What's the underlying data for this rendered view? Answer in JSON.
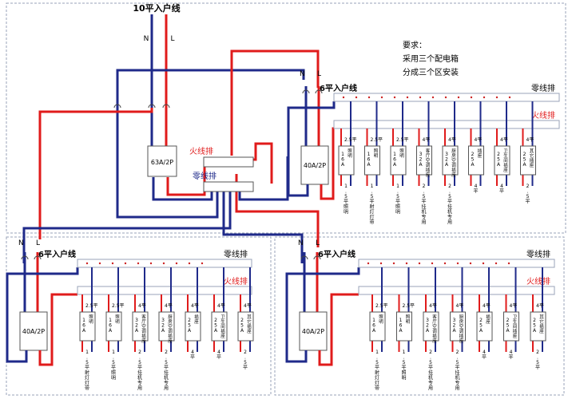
{
  "colors": {
    "live": "#e01b1b",
    "neutral": "#1f2a8a",
    "frame": "#9aa3b8",
    "box": "#555555",
    "dot": "#cc2222",
    "bg": "#ffffff"
  },
  "main": {
    "input_title": "10平入户线",
    "n_label": "N",
    "l_label": "L",
    "main_breaker": "63A/2P",
    "live_bus": "火线排",
    "neutral_bus": "零线排"
  },
  "requirements": {
    "title": "要求：",
    "lines": [
      "采用三个配电箱",
      "分成三个区安装"
    ]
  },
  "panels": [
    {
      "input_title": "6平入户线",
      "n_label": "N",
      "l_label": "L",
      "main_breaker": "40A/2P",
      "neutral_bus": "零线排",
      "live_bus": "火线排",
      "circuits": [
        {
          "wire": "2.5平",
          "rating": "16A",
          "type": "照明",
          "load": "1.5平照明"
        },
        {
          "wire": "2.5平",
          "rating": "16A",
          "type": "照明",
          "load": "1.5平射灯灯带"
        },
        {
          "wire": "2.5平",
          "rating": "16A",
          "type": "照明",
          "load": "1.5平照明"
        },
        {
          "wire": "4平",
          "rating": "32A",
          "type": "客厅空调插座",
          "load": "2.5平挂机专用"
        },
        {
          "wire": "4平",
          "rating": "32A",
          "type": "厨房空调插座",
          "load": "2.5平挂机专用"
        },
        {
          "wire": "4平",
          "rating": "25A",
          "type": "插座",
          "load": "4平"
        },
        {
          "wire": "4平",
          "rating": "25A",
          "type": "卫生间插座",
          "load": "4平"
        },
        {
          "wire": "4平",
          "rating": "25A",
          "type": "其它插座",
          "load": "2.5平"
        }
      ]
    },
    {
      "input_title": "6平入户线",
      "n_label": "N",
      "l_label": "L",
      "main_breaker": "40A/2P",
      "neutral_bus": "零线排",
      "live_bus": "火线排",
      "circuits": [
        {
          "wire": "2.5平",
          "rating": "16A",
          "type": "照明",
          "load": "1.5平射灯灯带"
        },
        {
          "wire": "2.5平",
          "rating": "16A",
          "type": "照明",
          "load": "1.5平照明"
        },
        {
          "wire": "4平",
          "rating": "32A",
          "type": "客厅空调插座",
          "load": "2.5平挂机专用"
        },
        {
          "wire": "4平",
          "rating": "32A",
          "type": "厨房空调插座",
          "load": "2.5平挂机专用"
        },
        {
          "wire": "4平",
          "rating": "25A",
          "type": "插座",
          "load": "4平"
        },
        {
          "wire": "4平",
          "rating": "25A",
          "type": "卫生间插座",
          "load": "4平"
        },
        {
          "wire": "4平",
          "rating": "25A",
          "type": "其它插座",
          "load": "2.5平"
        }
      ]
    },
    {
      "input_title": "6平入户线",
      "n_label": "N",
      "l_label": "L",
      "main_breaker": "40A/2P",
      "neutral_bus": "零线排",
      "live_bus": "火线排",
      "circuits": [
        {
          "wire": "2.5平",
          "rating": "16A",
          "type": "照明",
          "load": "1.5平射灯灯带"
        },
        {
          "wire": "2.5平",
          "rating": "16A",
          "type": "照明",
          "load": "1.5平照明"
        },
        {
          "wire": "4平",
          "rating": "32A",
          "type": "客厅空调插座",
          "load": "2.5平挂机专用"
        },
        {
          "wire": "4平",
          "rating": "32A",
          "type": "厨房空调插座",
          "load": "2.5平挂机专用"
        },
        {
          "wire": "4平",
          "rating": "25A",
          "type": "插座",
          "load": "4平"
        },
        {
          "wire": "4平",
          "rating": "25A",
          "type": "卫生间插座",
          "load": "4平"
        },
        {
          "wire": "4平",
          "rating": "25A",
          "type": "其它插座",
          "load": "2.5平"
        }
      ]
    }
  ]
}
